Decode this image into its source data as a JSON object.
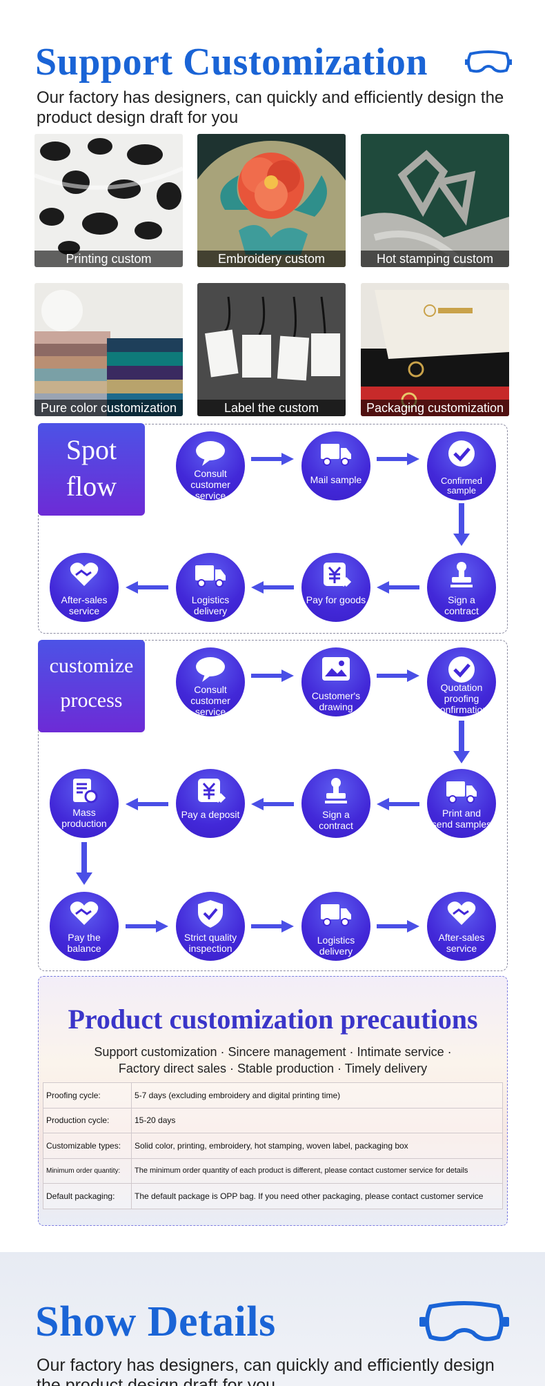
{
  "header": {
    "title": "Support Customization",
    "subtitle": "Our factory has designers, can quickly and efficiently design the product design draft for you"
  },
  "gallery": [
    {
      "caption": "Printing custom"
    },
    {
      "caption": "Embroidery custom"
    },
    {
      "caption": "Hot stamping custom"
    },
    {
      "caption": "Pure color customization"
    },
    {
      "caption": "Label the custom"
    },
    {
      "caption": "Packaging customization"
    }
  ],
  "spot_flow": {
    "tag_line1": "Spot",
    "tag_line2": "flow",
    "steps": [
      {
        "label": "Consult customer service",
        "icon": "chat-bubble-icon"
      },
      {
        "label": "Mail sample",
        "icon": "truck-icon"
      },
      {
        "label": "Confirmed sample",
        "icon": "check-circle-icon"
      },
      {
        "label": "Sign a contract",
        "icon": "stamp-icon"
      },
      {
        "label": "Pay for goods",
        "icon": "yuan-payment-icon"
      },
      {
        "label": "Logistics delivery",
        "icon": "truck-icon"
      },
      {
        "label": "After-sales service",
        "icon": "handshake-heart-icon"
      }
    ]
  },
  "custom_process": {
    "tag_line1": "customize",
    "tag_line2": "process",
    "steps": [
      {
        "label": "Consult customer service",
        "icon": "chat-bubble-icon"
      },
      {
        "label": "Customer's drawing",
        "icon": "image-icon"
      },
      {
        "label": "Quotation proofing confirmation",
        "icon": "check-circle-icon"
      },
      {
        "label": "Print and send samples",
        "icon": "truck-icon"
      },
      {
        "label": "Sign a contract",
        "icon": "stamp-icon"
      },
      {
        "label": "Pay a deposit",
        "icon": "yuan-payment-icon"
      },
      {
        "label": "Mass production",
        "icon": "document-gear-icon"
      },
      {
        "label": "Pay the balance",
        "icon": "handshake-heart-icon"
      },
      {
        "label": "Strict quality inspection",
        "icon": "shield-check-icon"
      },
      {
        "label": "Logistics delivery",
        "icon": "truck-icon"
      },
      {
        "label": "After-sales service",
        "icon": "handshake-heart-icon"
      }
    ]
  },
  "precautions": {
    "title": "Product customization precautions",
    "line1": "Support customization · Sincere management · Intimate service ·",
    "line2": "Factory direct sales · Stable production · Timely delivery",
    "rows": [
      {
        "key": "Proofing cycle:",
        "value": "5-7 days (excluding embroidery and digital printing time)"
      },
      {
        "key": "Production cycle:",
        "value": "15-20 days"
      },
      {
        "key": "Customizable types:",
        "value": "Solid color, printing, embroidery, hot stamping, woven label, packaging box"
      },
      {
        "key": "Minimum order quantity:",
        "value": "The minimum order quantity of each product is different, please contact customer service for details"
      },
      {
        "key": "Default packaging:",
        "value": "The default package is OPP bag. If you need other packaging, please contact customer service"
      }
    ]
  },
  "details": {
    "title": "Show Details",
    "subtitle_line1": "Our factory has designers, can quickly and efficiently design",
    "subtitle_line2": "the product design draft for you"
  },
  "colors": {
    "title_blue": "#1a64d6",
    "circle_purple": "#4228d8",
    "arrow_blue": "#4a4fe6",
    "precaution_title": "#3a35c9"
  }
}
